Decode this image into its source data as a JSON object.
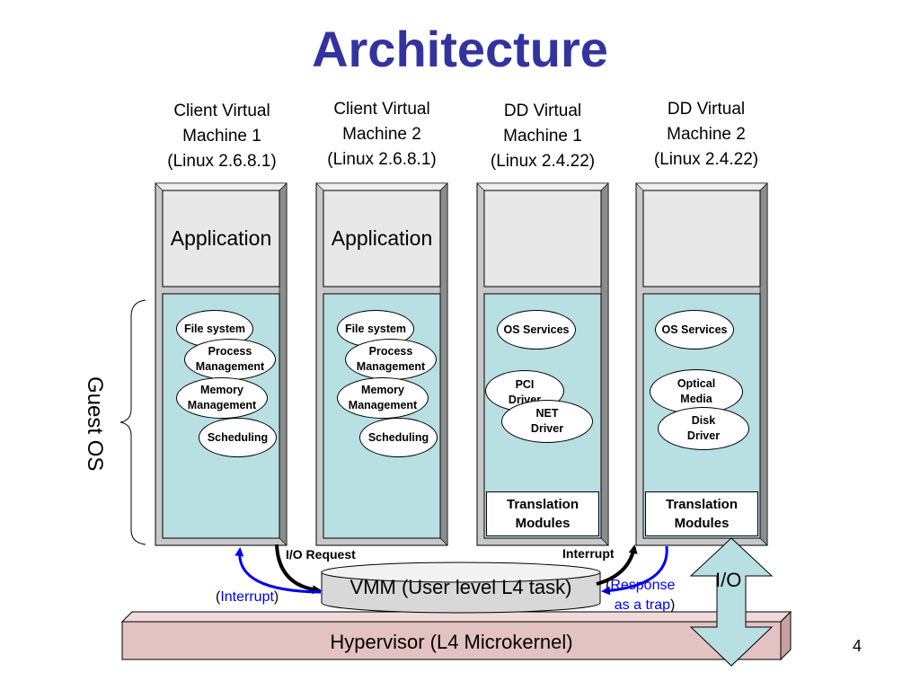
{
  "title": "Architecture",
  "vms": [
    {
      "line1": "Client Virtual",
      "line2": "Machine 1",
      "line3": "(Linux 2.6.8.1)",
      "app": "Application",
      "modules": [
        "File system",
        "Process",
        "Management",
        "Memory",
        "Management",
        "Scheduling"
      ]
    },
    {
      "line1": "Client Virtual",
      "line2": "Machine 2",
      "line3": "(Linux 2.6.8.1)",
      "app": "Application",
      "modules": [
        "File system",
        "Process",
        "Management",
        "Memory",
        "Management",
        "Scheduling"
      ]
    },
    {
      "line1": "DD Virtual",
      "line2": "Machine 1",
      "line3": "(Linux 2.4.22)",
      "app": "",
      "modules": [
        "OS Services",
        "PCI",
        "Driver",
        "NET",
        "Driver"
      ],
      "translation": [
        "Translation",
        "Modules"
      ]
    },
    {
      "line1": "DD Virtual",
      "line2": "Machine 2",
      "line3": "(Linux 2.4.22)",
      "app": "",
      "modules": [
        "OS Services",
        "Optical",
        "Media",
        "Disk",
        "Driver"
      ],
      "translation": [
        "Translation",
        "Modules"
      ]
    }
  ],
  "guest_os": "Guest OS",
  "io_request": "I/O Request",
  "interrupt_label": "Interrupt",
  "vmm": "VMM (User level L4 task)",
  "interrupt_left": {
    "open": "(",
    "text": "Interrupt",
    "close": ")"
  },
  "response": {
    "open": "(",
    "line1": "Response",
    "line2": "as a trap",
    "close": ")"
  },
  "io": "I/O",
  "hypervisor": "Hypervisor (L4 Microkernel)",
  "page_number": "4",
  "colors": {
    "title": "#3333a0",
    "guest_fill": "#b8dfe2",
    "app_fill": "#e8e8e8",
    "frame": "#c8c8c8",
    "hypervisor": "#e3c2c2",
    "vmm": "#d8d8d8",
    "arrow_blue": "#0000ee",
    "io_arrow": "#b8dfe2"
  }
}
